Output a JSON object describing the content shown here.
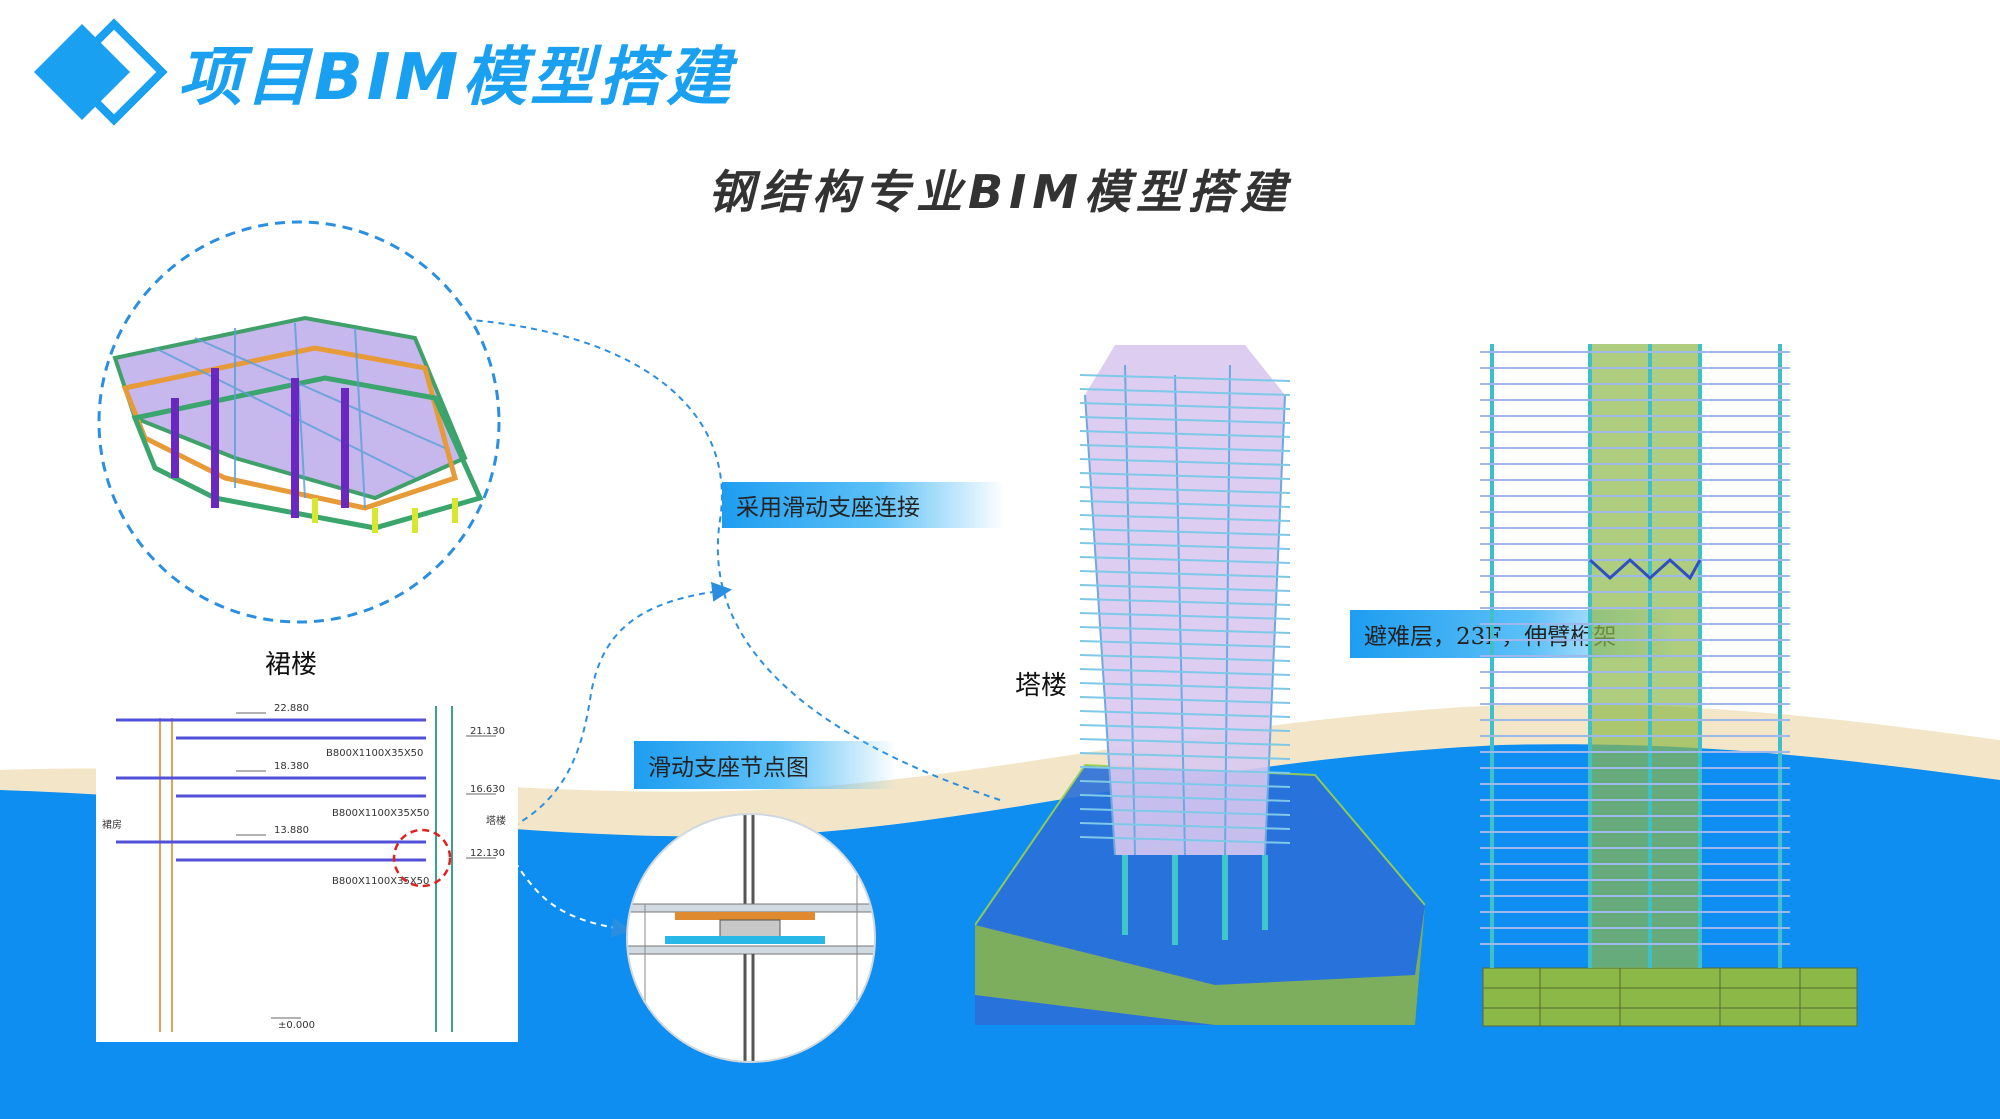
{
  "header": {
    "title": "项目BIM模型搭建",
    "subtitle": "钢结构专业BIM模型搭建"
  },
  "labels": {
    "podium": "裙楼",
    "tower": "塔楼",
    "sliding_connection": "采用滑动支座连接",
    "sliding_node_detail": "滑动支座节点图",
    "refuge_floor": "避难层，23F，伸臂桁架"
  },
  "section_drawing": {
    "elevations": [
      "22.880",
      "21.130",
      "18.380",
      "16.630",
      "13.880",
      "12.130",
      "±0.000"
    ],
    "beam_spec_1": "B800X1100X35X50",
    "beam_spec_2": "B800X1100X35X50",
    "beam_spec_3": "B800X1100X35X50",
    "left_label": "裙房",
    "right_label": "塔楼"
  },
  "colors": {
    "accent": "#1aa0f0",
    "wave_blue": "#0d8ef0",
    "wave_beige": "#f3e6c8"
  }
}
